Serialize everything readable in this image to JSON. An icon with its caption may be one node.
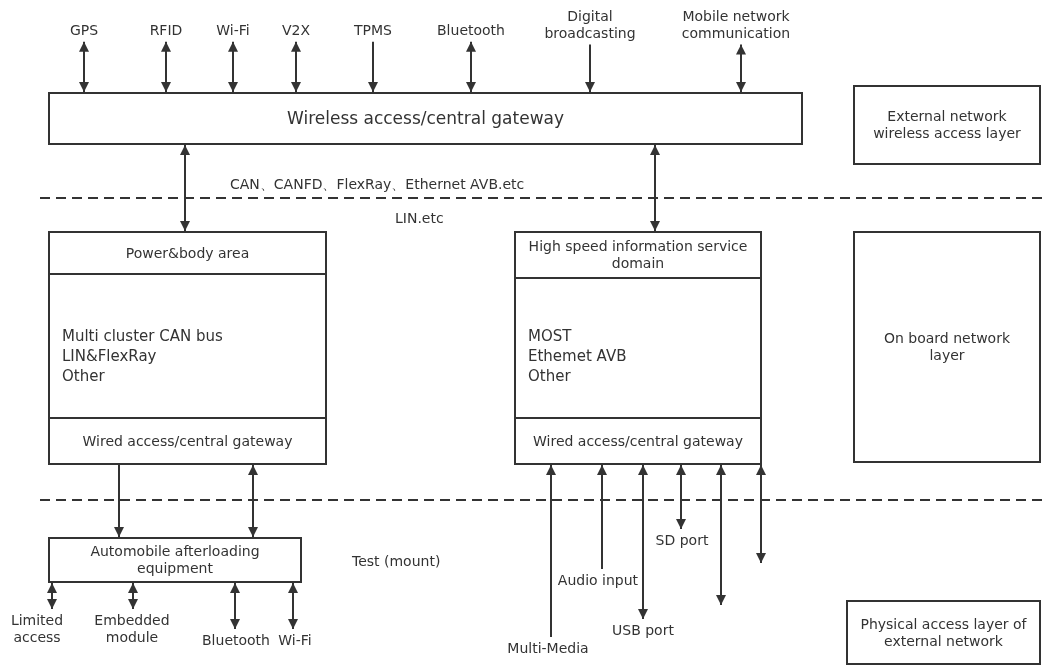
{
  "diagram": {
    "nodes": [
      {
        "text": [
          "GPS"
        ]
      },
      {
        "text": [
          "RFID"
        ]
      },
      {
        "text": [
          "Wi-Fi"
        ]
      },
      {
        "text": [
          "V2X"
        ]
      },
      {
        "text": [
          "TPMS"
        ]
      },
      {
        "text": [
          "Bluetooth"
        ]
      },
      {
        "text": [
          "Digital broadcasting"
        ]
      },
      {
        "text": [
          "Mobile network communication"
        ]
      },
      {
        "text": [
          "Wireless access/central gateway"
        ]
      },
      {
        "text": [
          "External network wireless access layer"
        ]
      },
      {
        "text": [
          "Power&body area",
          "Multi cluster CAN bus",
          "LIN&FlexRay",
          "Other"
        ]
      },
      {
        "text": [
          "Wired access/central gateway"
        ],
        "in": 10
      },
      {
        "text": [
          "High speed information service domain",
          "MOST",
          "Ethemet AVB",
          "Other"
        ]
      },
      {
        "text": [
          "Wired access/central gateway"
        ],
        "in": 12
      },
      {
        "text": [
          "On board network layer"
        ]
      },
      {
        "text": [
          "Automobile afterloading equipment"
        ]
      },
      {
        "text": [
          "Limited access"
        ]
      },
      {
        "text": [
          "Embedded module"
        ]
      },
      {
        "text": [
          "Bluetooth"
        ]
      },
      {
        "text": [
          "Wi-Fi"
        ]
      },
      {
        "text": [
          "Multi-Media"
        ]
      },
      {
        "text": [
          "Audio input"
        ]
      },
      {
        "text": [
          "USB port"
        ]
      },
      {
        "text": [
          "SD port"
        ]
      },
      {
        "text": [
          "Physical access layer of external network"
        ]
      }
    ],
    "edges": [
      {
        "from": 0,
        "to": 8,
        "arrow": "both"
      },
      {
        "from": 1,
        "to": 8,
        "arrow": "both"
      },
      {
        "from": 2,
        "to": 8,
        "arrow": "both"
      },
      {
        "from": 3,
        "to": 8,
        "arrow": "both"
      },
      {
        "from": 4,
        "to": 8,
        "arrow": "to"
      },
      {
        "from": 5,
        "to": 8,
        "arrow": "both"
      },
      {
        "from": 6,
        "to": 8,
        "arrow": "to"
      },
      {
        "from": 7,
        "to": 8,
        "arrow": "both"
      },
      {
        "from": 8,
        "to": 10,
        "arrow": "both"
      },
      {
        "from": 8,
        "to": 12,
        "arrow": "both"
      },
      {
        "from": 11,
        "to": 15,
        "arrow": "to"
      },
      {
        "from": 11,
        "to": 15,
        "arrow": "both"
      },
      {
        "from": 15,
        "to": 16,
        "arrow": "both"
      },
      {
        "from": 15,
        "to": 17,
        "arrow": "both"
      },
      {
        "from": 15,
        "to": 18,
        "arrow": "both"
      },
      {
        "from": 15,
        "to": 19,
        "arrow": "both"
      },
      {
        "from": 20,
        "to": 13,
        "arrow": "to"
      },
      {
        "from": 21,
        "to": 13,
        "arrow": "to"
      },
      {
        "from": 13,
        "to": 22,
        "arrow": "both"
      },
      {
        "from": 13,
        "to": 23,
        "arrow": "both"
      },
      {
        "from": 13,
        "to": null,
        "arrow": "both"
      },
      {
        "from": 13,
        "to": null,
        "arrow": "both"
      }
    ],
    "labels": [
      "CAN、CANFD、FlexRay、Ethernet AVB.etc",
      "LIN.etc",
      "Test (mount)"
    ]
  }
}
